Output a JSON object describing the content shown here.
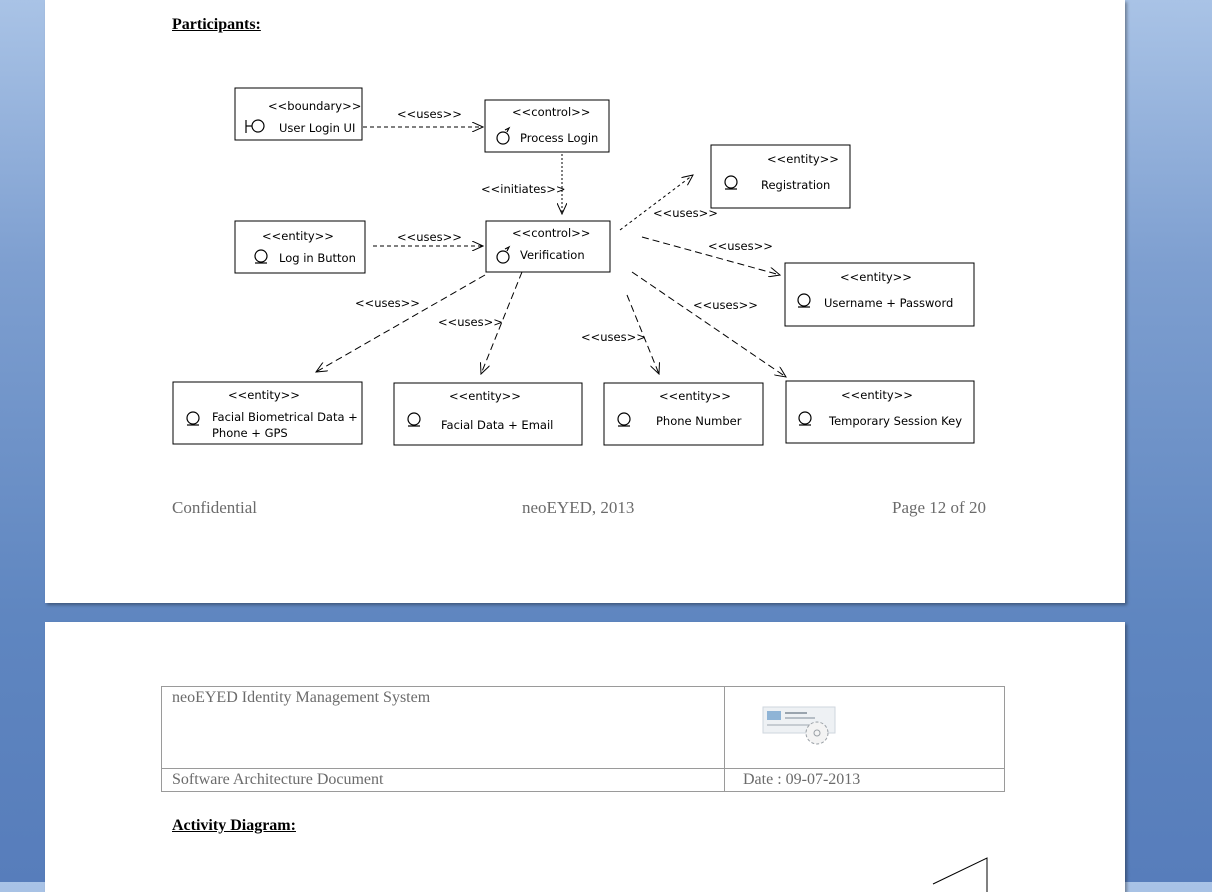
{
  "page1": {
    "heading": "Participants:",
    "diagram": {
      "boxes": {
        "user_login_ui": {
          "stereotype": "<<boundary>>",
          "name": "User Login UI",
          "icon": "boundary-icon"
        },
        "process_login": {
          "stereotype": "<<control>>",
          "name": "Process Login",
          "icon": "control-icon"
        },
        "registration": {
          "stereotype": "<<entity>>",
          "name": "Registration",
          "icon": "entity-icon"
        },
        "log_in_button": {
          "stereotype": "<<entity>>",
          "name": "Log in Button",
          "icon": "entity-icon"
        },
        "verification": {
          "stereotype": "<<control>>",
          "name": "Verification",
          "icon": "control-icon"
        },
        "username_password": {
          "stereotype": "<<entity>>",
          "name": "Username + Password",
          "icon": "entity-icon"
        },
        "facial_biometrical": {
          "stereotype": "<<entity>>",
          "name_line1": "Facial Biometrical Data +",
          "name_line2": "Phone + GPS",
          "icon": "entity-icon"
        },
        "facial_data_email": {
          "stereotype": "<<entity>>",
          "name": "Facial Data + Email",
          "icon": "entity-icon"
        },
        "phone_number": {
          "stereotype": "<<entity>>",
          "name": "Phone Number",
          "icon": "entity-icon"
        },
        "temporary_session_key": {
          "stereotype": "<<entity>>",
          "name": "Temporary Session Key",
          "icon": "entity-icon"
        }
      },
      "edges": {
        "uses_1": "<<uses>>",
        "initiates": "<<initiates>>",
        "uses_2": "<<uses>>",
        "uses_reg": "<<uses>>",
        "uses_userpass": "<<uses>>",
        "uses_biometric": "<<uses>>",
        "uses_facial": "<<uses>>",
        "uses_phone": "<<uses>>",
        "uses_session": "<<uses>>"
      }
    },
    "footer": {
      "left": "Confidential",
      "center": "neoEYED, 2013",
      "right": "Page 12 of 20"
    }
  },
  "page2": {
    "header_table": {
      "system_name": "neoEYED Identity Management System",
      "doc_name": "Software Architecture Document",
      "date": "Date : 09-07-2013"
    },
    "heading": "Activity Diagram:"
  }
}
